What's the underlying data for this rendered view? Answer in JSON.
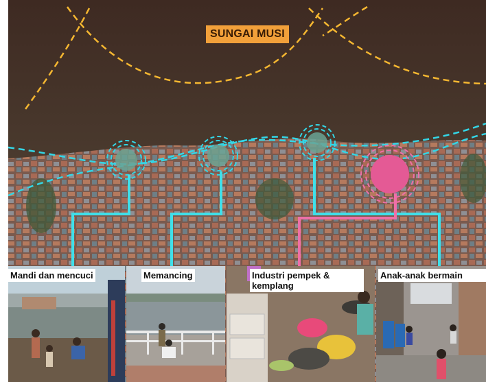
{
  "river": {
    "name": "SUNGAI MUSI"
  },
  "activities": [
    {
      "label": "Mandi dan mencuci",
      "type": "general"
    },
    {
      "label": "Memancing",
      "type": "general"
    },
    {
      "label": "Industri pempek & kemplang",
      "type": "general"
    },
    {
      "label": "Anak-anak bermain",
      "type": "children"
    }
  ],
  "colors": {
    "river_boundary": "#f5b731",
    "riverbank_zone": "#33d6e6",
    "activity_general": "#3fe0ea",
    "activity_children": "#ef6fa8",
    "river_label_bg": "#f2a03a"
  }
}
